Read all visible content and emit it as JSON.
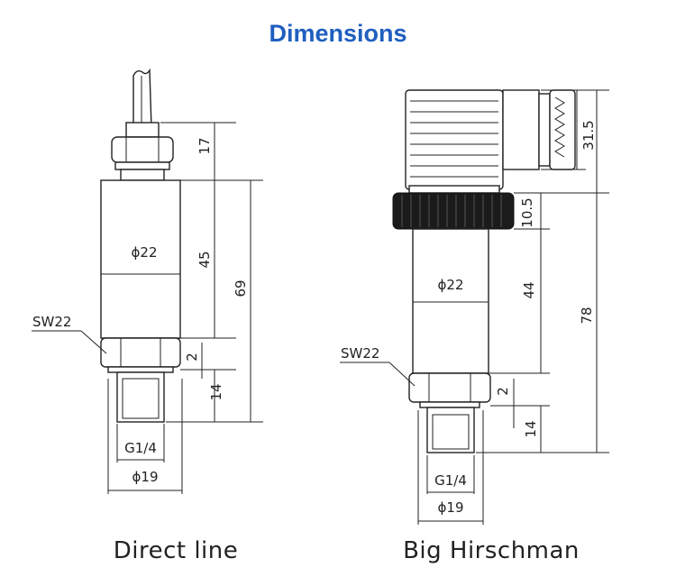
{
  "title": "Dimensions",
  "left": {
    "caption": "Direct line",
    "dims": {
      "cable_gland": "17",
      "body": "45",
      "total": "69",
      "thread_gap": "2",
      "thread_len": "14"
    },
    "labels": {
      "diameter_body": "ϕ22",
      "wrench": "SW22",
      "thread": "G1/4",
      "diameter_thread": "ϕ19"
    }
  },
  "right": {
    "caption": "Big Hirschman",
    "dims": {
      "connector": "31.5",
      "knurl": "10.5",
      "body": "44",
      "total": "78",
      "thread_gap": "2",
      "thread_len": "14"
    },
    "labels": {
      "diameter_body": "ϕ22",
      "wrench": "SW22",
      "thread": "G1/4",
      "diameter_thread": "ϕ19"
    }
  }
}
